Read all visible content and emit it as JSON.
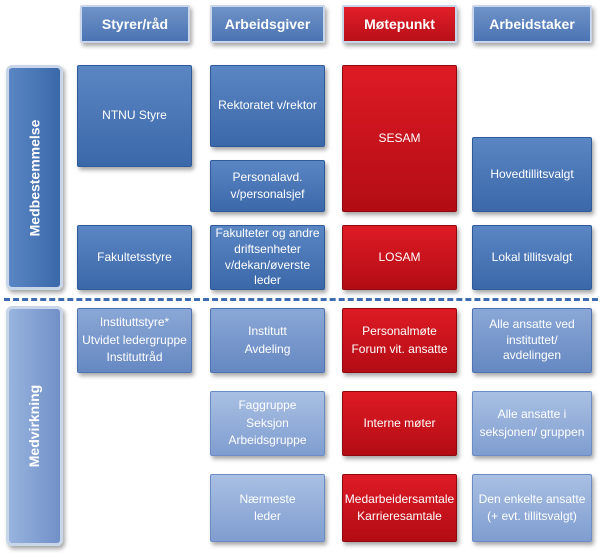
{
  "headers": {
    "styrer": "Styrer/råd",
    "arbeidsgiver": "Arbeidsgiver",
    "motepunkt": "Møtepunkt",
    "arbeidstaker": "Arbeidstaker"
  },
  "sections": {
    "medbestemmelse": "Medbestemmelse",
    "medvirkning": "Medvirkning"
  },
  "medbestemmelse": {
    "ntnu_styre": "NTNU Styre",
    "rektoratet": "Rektoratet v/rektor",
    "personalavd": [
      "Personalavd.",
      "v/personalsjef"
    ],
    "sesam": "SESAM",
    "hovedtillitsvalgt": "Hovedtillitsvalgt",
    "fakultetsstyre": "Fakultetsstyre",
    "fakulteter": [
      "Fakulteter og andre",
      "driftsenheter",
      "v/dekan/øverste",
      "leder"
    ],
    "losam": "LOSAM",
    "lokal_tillitsvalgt": "Lokal tillitsvalgt"
  },
  "medvirkning": {
    "instituttstyre": [
      "Instituttstyre*",
      "Utvidet ledergruppe",
      "Instituttråd"
    ],
    "institutt": [
      "Institutt",
      "Avdeling"
    ],
    "personalmote": [
      "Personalmøte",
      "Forum vit. ansatte"
    ],
    "alle_institutt": [
      "Alle ansatte ved",
      "instituttet/",
      "avdelingen"
    ],
    "faggruppe": [
      "Faggruppe",
      "Seksjon",
      "Arbeidsgruppe"
    ],
    "interne_moter": "Interne møter",
    "alle_seksjon": [
      "Alle ansatte i",
      "seksjonen/ gruppen"
    ],
    "naermeste_leder": [
      "Nærmeste",
      "leder"
    ],
    "medarbeidersamtale": [
      "Medarbeidersamtale",
      "Karrieresamtale"
    ],
    "den_enkelte": [
      "Den enkelte ansatte",
      "(+ evt. tillitsvalgt)"
    ]
  },
  "colors": {
    "blue": "#3b68a9",
    "red": "#c8121b",
    "divider": "#3f6cb0"
  }
}
